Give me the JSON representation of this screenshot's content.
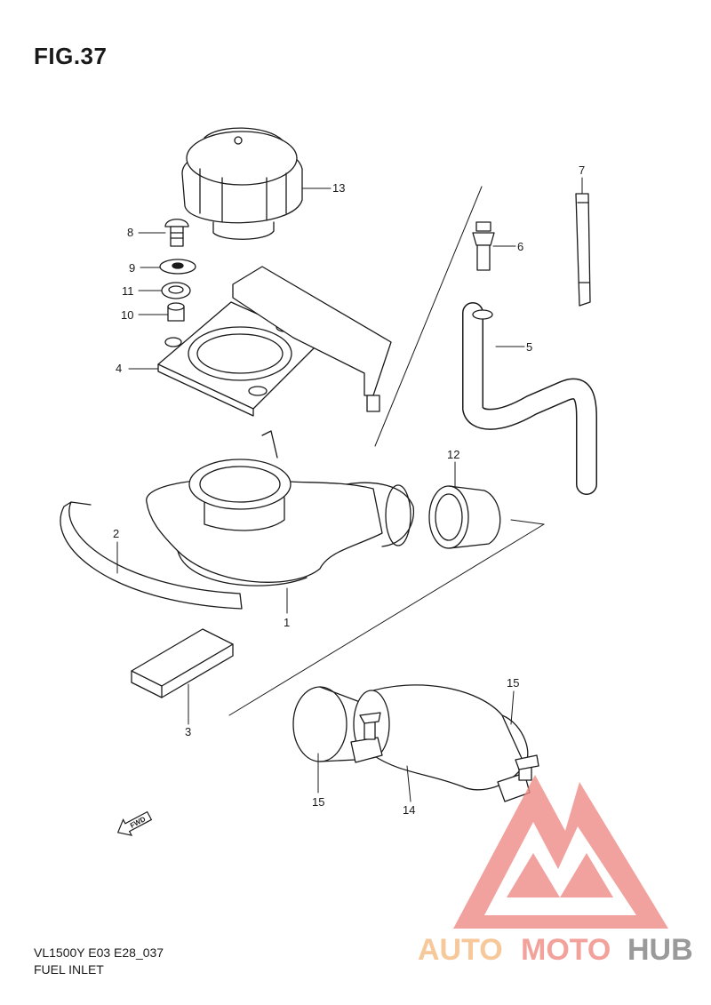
{
  "figure": {
    "title": "FIG.37",
    "model_code": "VL1500Y E03 E28_037",
    "section_name": "FUEL INLET"
  },
  "callouts": [
    {
      "id": "c1",
      "label": "1"
    },
    {
      "id": "c2",
      "label": "2"
    },
    {
      "id": "c3",
      "label": "3"
    },
    {
      "id": "c4",
      "label": "4"
    },
    {
      "id": "c5",
      "label": "5"
    },
    {
      "id": "c6",
      "label": "6"
    },
    {
      "id": "c7",
      "label": "7"
    },
    {
      "id": "c8",
      "label": "8"
    },
    {
      "id": "c9",
      "label": "9"
    },
    {
      "id": "c10",
      "label": "10"
    },
    {
      "id": "c11",
      "label": "11"
    },
    {
      "id": "c12",
      "label": "12"
    },
    {
      "id": "c13",
      "label": "13"
    },
    {
      "id": "c14",
      "label": "14"
    },
    {
      "id": "c15a",
      "label": "15"
    },
    {
      "id": "c15b",
      "label": "15"
    }
  ],
  "direction_marker": {
    "label": "FWD",
    "icon": "forward-arrow-icon"
  },
  "watermark": {
    "word_part1": "AUTO",
    "word_part2": "MOTO",
    "word_part3": "HUB",
    "color_part1": "#f6c89a",
    "color_part2": "#f2a29a",
    "color_part3": "#9a9a9a",
    "logo_color": "#f08c86"
  },
  "colors": {
    "line": "#1a1a1a",
    "background": "#ffffff"
  }
}
